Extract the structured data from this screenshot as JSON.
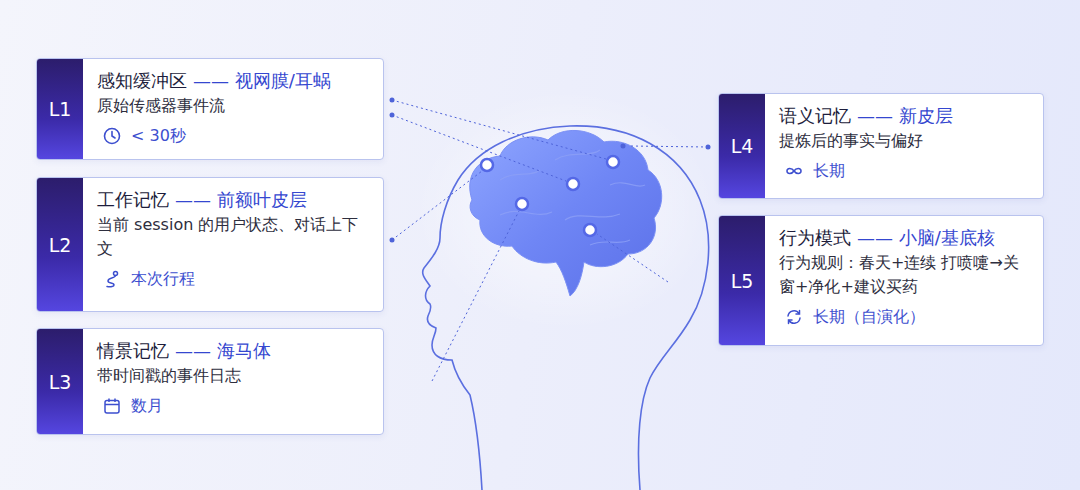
{
  "diagram": {
    "nodes": [
      {
        "text": [
          "L1",
          "感知缓冲区",
          "—— 视网膜/耳蜗",
          "原始传感器事件流",
          "< 30秒"
        ]
      },
      {
        "text": [
          "L2",
          "工作记忆",
          "—— 前额叶皮层",
          "当前 session 的用户状态、对话上下文",
          "本次行程"
        ]
      },
      {
        "text": [
          "L3",
          "情景记忆",
          "—— 海马体",
          "带时间戳的事件日志",
          "数月"
        ]
      },
      {
        "text": [
          "L4",
          "语义记忆",
          "—— 新皮层",
          "提炼后的事实与偏好",
          "长期"
        ]
      },
      {
        "text": [
          "L5",
          "行为模式",
          "—— 小脑/基底核",
          "行为规则：春天+连续 打喷嚏→关窗+净化+建议买药",
          "长期（自演化）"
        ]
      }
    ]
  }
}
